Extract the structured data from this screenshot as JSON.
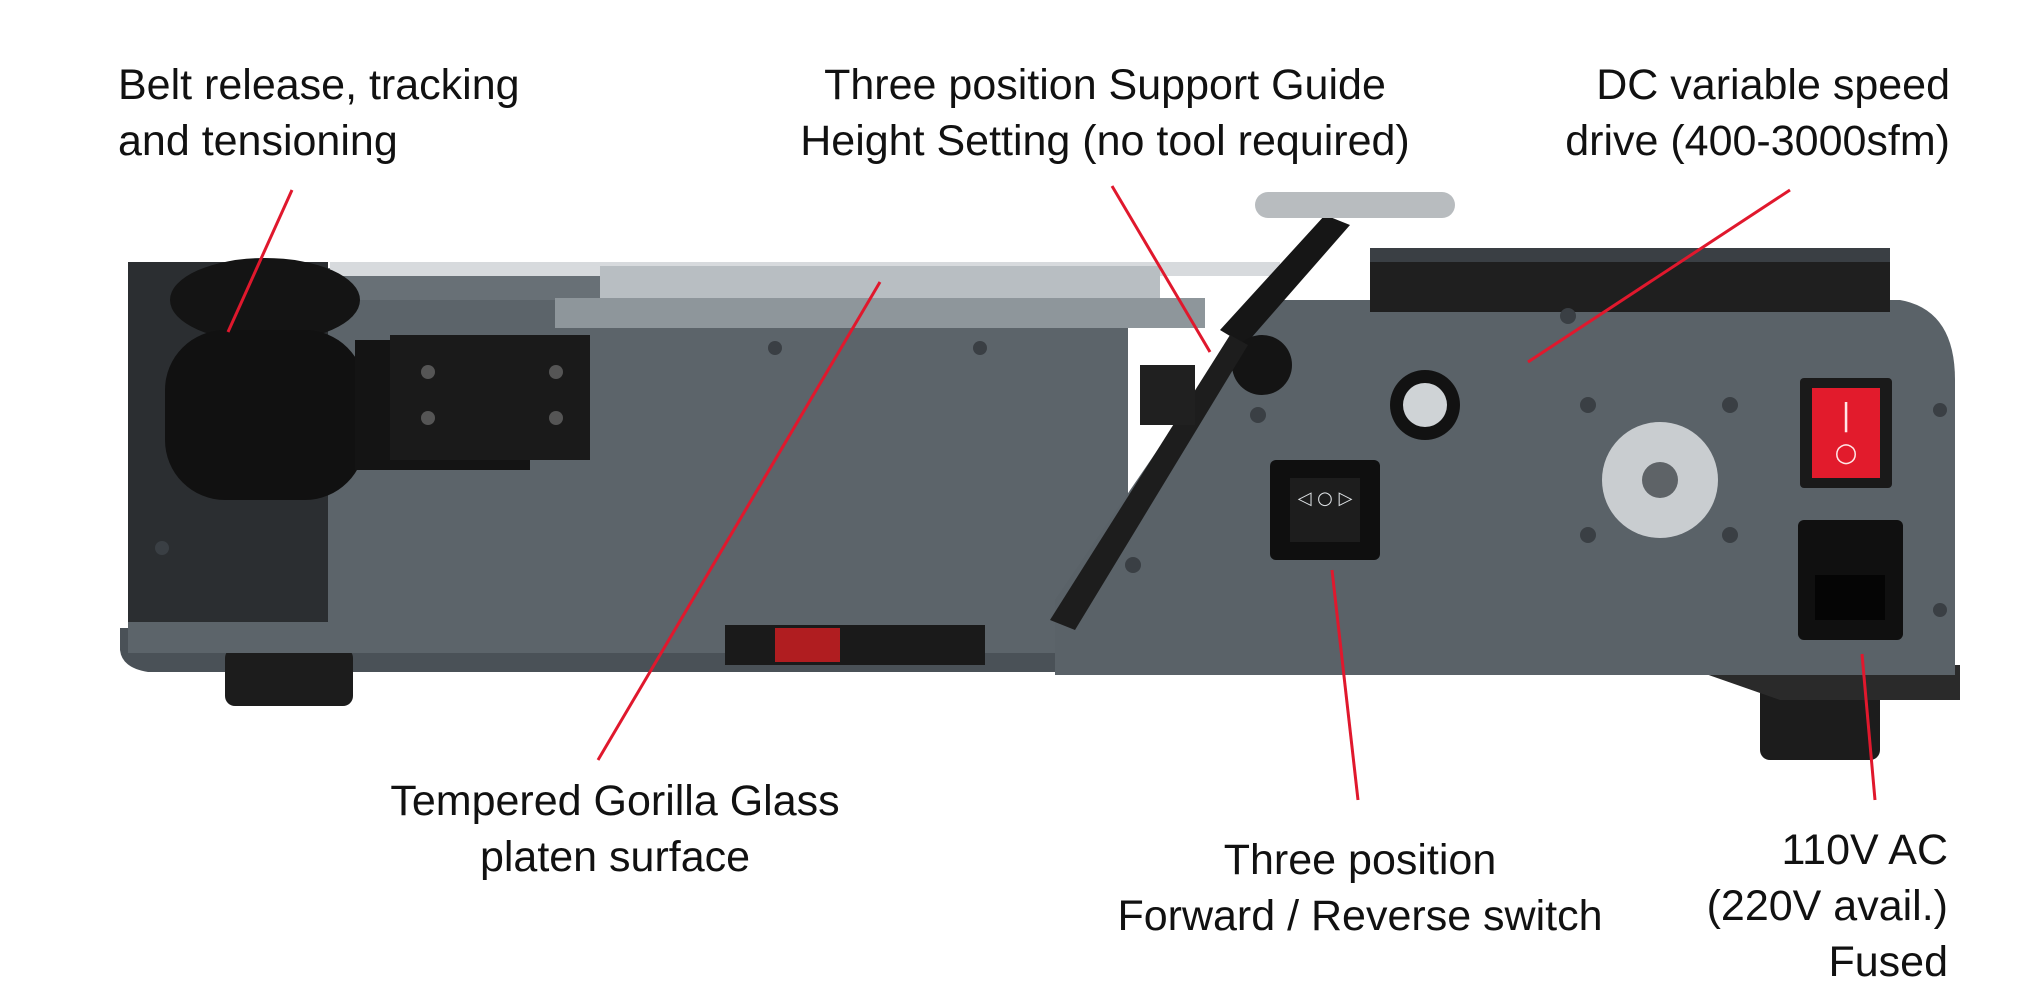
{
  "callouts": {
    "belt": "Belt release, tracking\nand tensioning",
    "support_guide": "Three position Support Guide\nHeight Setting (no tool required)",
    "dc_drive": "DC variable speed\ndrive (400-3000sfm)",
    "glass": "Tempered Gorilla Glass\nplaten surface",
    "switch": "Three position\nForward / Reverse switch",
    "power": "110V AC\n(220V avail.)\nFused"
  },
  "switch_symbols": "◁ ○ ▷",
  "power_switch_symbols": {
    "on": "|",
    "off": "○"
  },
  "colors": {
    "callout_line": "#e0182d",
    "body": "#5a6268",
    "body_dark": "#454c52",
    "power_switch": "#e21b2c"
  }
}
